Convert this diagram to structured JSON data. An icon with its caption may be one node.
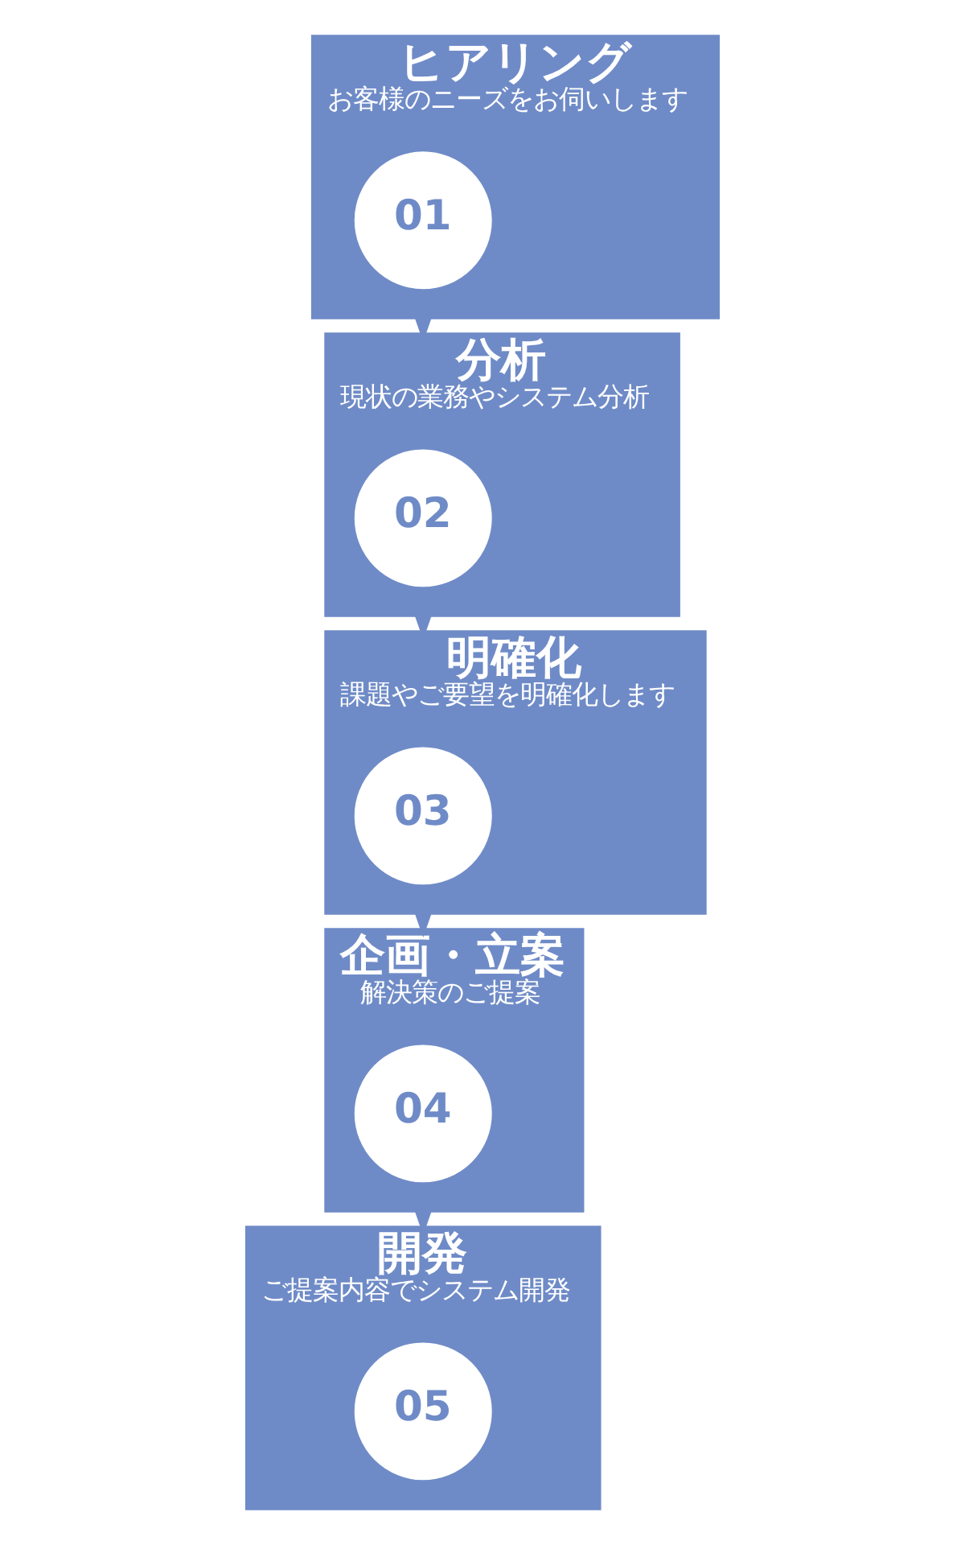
{
  "diagram": {
    "nodes": [
      {
        "text": [
          "ヒアリング",
          "お客様のニーズをお伺いします"
        ]
      },
      {
        "text": [
          "01"
        ],
        "in": 0
      },
      {
        "text": [
          "分析",
          "現状の業務やシステム分析"
        ]
      },
      {
        "text": [
          "02"
        ],
        "in": 2
      },
      {
        "text": [
          "明確化",
          "課題やご要望を明確化します"
        ]
      },
      {
        "text": [
          "03"
        ],
        "in": 4
      },
      {
        "text": [
          "企画・立案",
          "解決策のご提案"
        ]
      },
      {
        "text": [
          "04"
        ],
        "in": 6
      },
      {
        "text": [
          "開発",
          "ご提案内容でシステム開発"
        ]
      },
      {
        "text": [
          "05"
        ],
        "in": 8
      }
    ],
    "edges": [
      {
        "from": 0,
        "to": 2,
        "arrow": "to"
      },
      {
        "from": 2,
        "to": 4,
        "arrow": "to"
      },
      {
        "from": 4,
        "to": 6,
        "arrow": "to"
      },
      {
        "from": 6,
        "to": 8,
        "arrow": "to"
      }
    ]
  }
}
